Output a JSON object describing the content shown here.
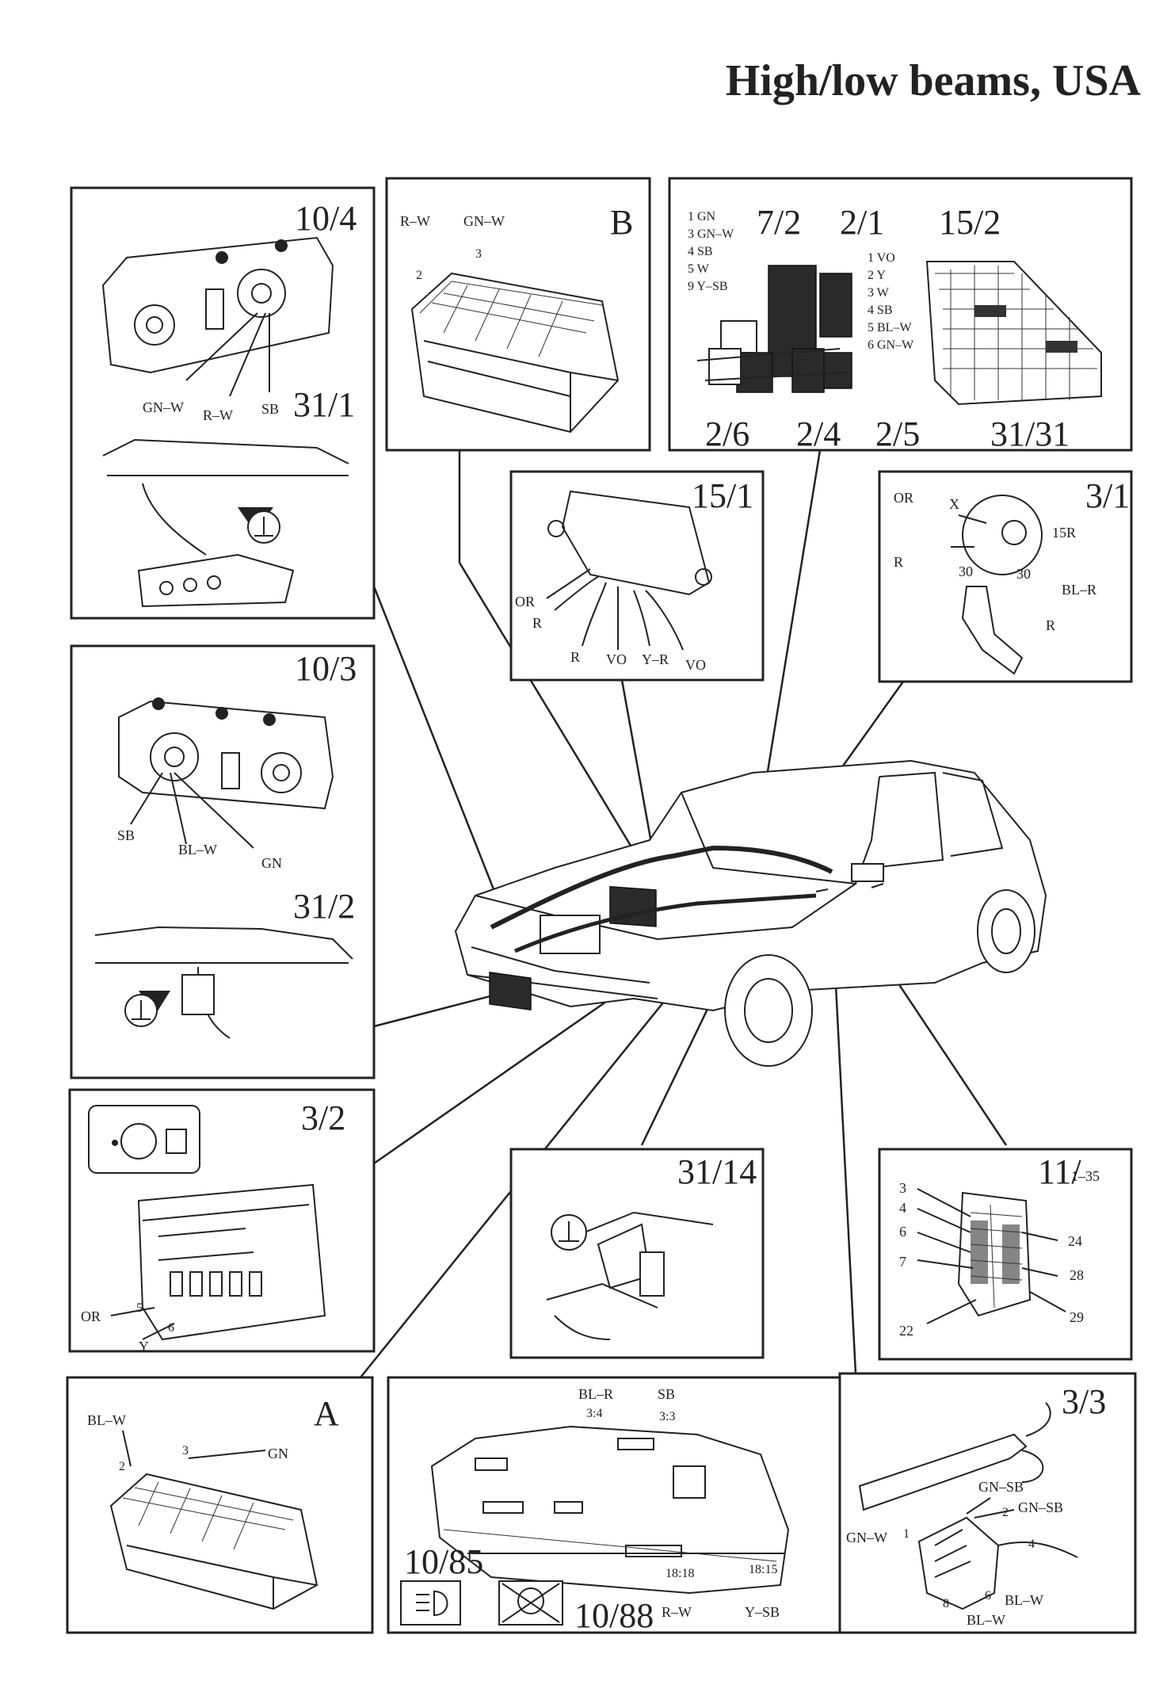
{
  "title": "High/low beams, USA",
  "panels": {
    "p104": {
      "label": "10/4",
      "wires": [
        "GN–W",
        "R–W",
        "SB"
      ],
      "sub_label": "31/1"
    },
    "pB": {
      "label": "B",
      "wires": [
        "R–W",
        "GN–W",
        "2",
        "3"
      ]
    },
    "pRelay": {
      "labels": [
        "7/2",
        "2/1",
        "15/2",
        "2/6",
        "2/4",
        "2/5",
        "31/31"
      ],
      "left_list": [
        "1 GN",
        "3 GN–W",
        "4 SB",
        "5 W",
        "9 Y–SB"
      ],
      "right_list": [
        "1 VO",
        "2 Y",
        "3 W",
        "4 SB",
        "5 BL–W",
        "6 GN–W"
      ]
    },
    "p151": {
      "label": "15/1",
      "wires": [
        "OR",
        "R",
        "R",
        "VO",
        "Y–R",
        "VO"
      ]
    },
    "p31": {
      "label": "3/1",
      "wires": [
        "OR",
        "X",
        "15R",
        "R",
        "30",
        "30",
        "BL–R",
        "R"
      ]
    },
    "p103": {
      "label": "10/3",
      "wires": [
        "SB",
        "BL–W",
        "GN"
      ],
      "sub_label": "31/2"
    },
    "p32": {
      "label": "3/2",
      "wires": [
        "OR",
        "5",
        "Y",
        "6"
      ]
    },
    "p3114": {
      "label": "31/14"
    },
    "p11": {
      "label": "11/",
      "label_sub": "1–35",
      "wires": [
        "3",
        "4",
        "6",
        "7",
        "24",
        "28",
        "29",
        "22"
      ]
    },
    "pA": {
      "label": "A",
      "wires": [
        "BL–W",
        "GN",
        "2",
        "3"
      ]
    },
    "pCluster": {
      "wires": [
        "BL–R",
        "SB",
        "3:4",
        "3:3",
        "18:18",
        "18:15",
        "R–W",
        "Y–SB"
      ],
      "labels": [
        "10/85",
        "10/88"
      ]
    },
    "p33": {
      "label": "3/3",
      "wires": [
        "GN–SB",
        "GN–SB",
        "2",
        "4",
        "GN–W",
        "1",
        "6",
        "BL–W",
        "8",
        "BL–W"
      ]
    }
  },
  "icons": [
    "headlight-icon",
    "no-lamp-check-icon"
  ]
}
